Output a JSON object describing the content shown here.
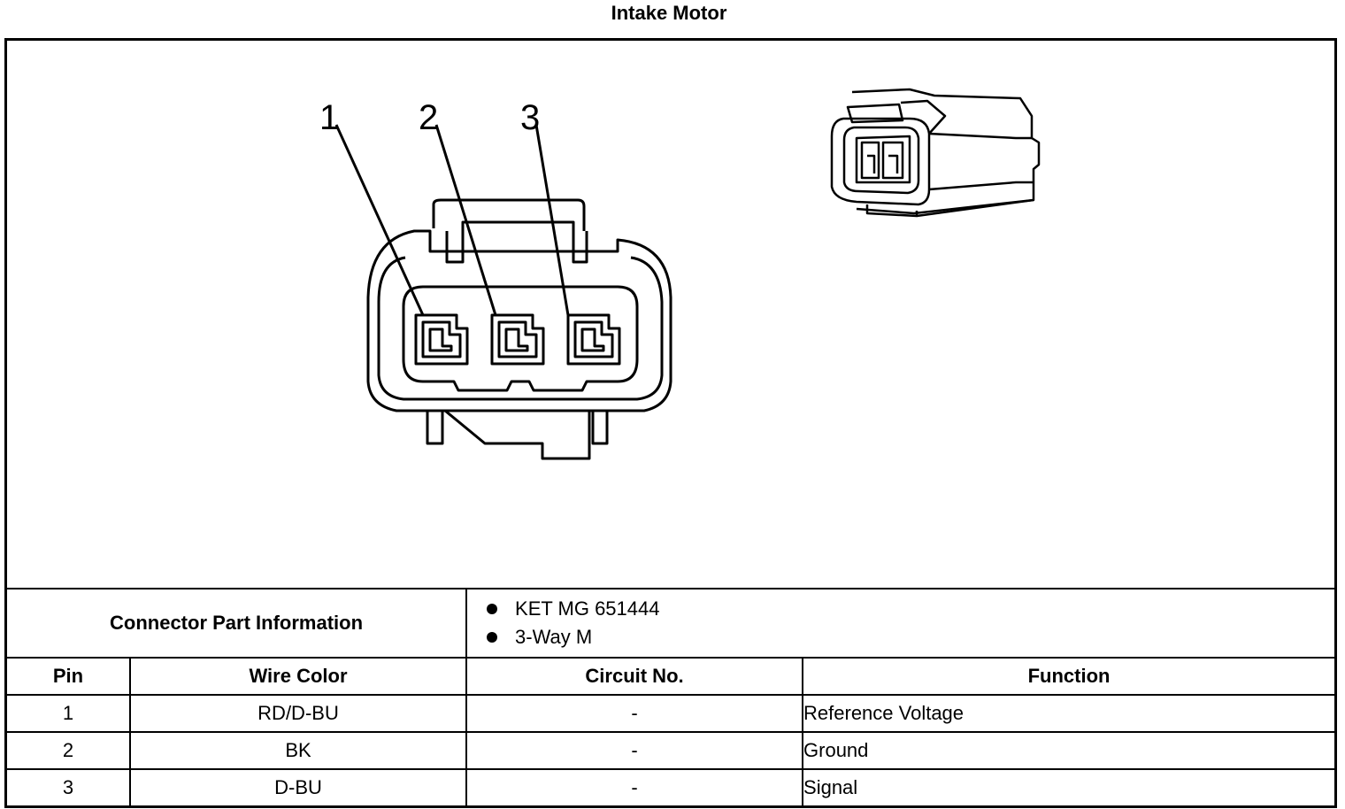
{
  "title": "Intake Motor",
  "diagram": {
    "pin_callouts": [
      "1",
      "2",
      "3"
    ]
  },
  "connector_part_information": {
    "label": "Connector Part Information",
    "items": [
      "KET MG 651444",
      "3-Way M"
    ]
  },
  "table": {
    "headers": {
      "pin": "Pin",
      "wire_color": "Wire Color",
      "circuit_no": "Circuit No.",
      "function": "Function"
    },
    "rows": [
      {
        "pin": "1",
        "wire_color": "RD/D-BU",
        "circuit_no": "-",
        "function": "Reference Voltage"
      },
      {
        "pin": "2",
        "wire_color": "BK",
        "circuit_no": "-",
        "function": "Ground"
      },
      {
        "pin": "3",
        "wire_color": "D-BU",
        "circuit_no": "-",
        "function": "Signal"
      }
    ]
  }
}
